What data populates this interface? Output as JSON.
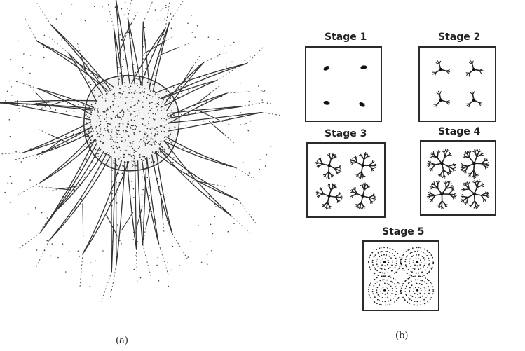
{
  "figure": {
    "panel_a_label": "(a)",
    "panel_b_label": "(b)",
    "stages": [
      {
        "label": "Stage 1",
        "state": "spores"
      },
      {
        "label": "Stage 2",
        "state": "germinating"
      },
      {
        "label": "Stage 3",
        "state": "branching"
      },
      {
        "label": "Stage 4",
        "state": "mycelium"
      },
      {
        "label": "Stage 5",
        "state": "colonies"
      }
    ]
  }
}
